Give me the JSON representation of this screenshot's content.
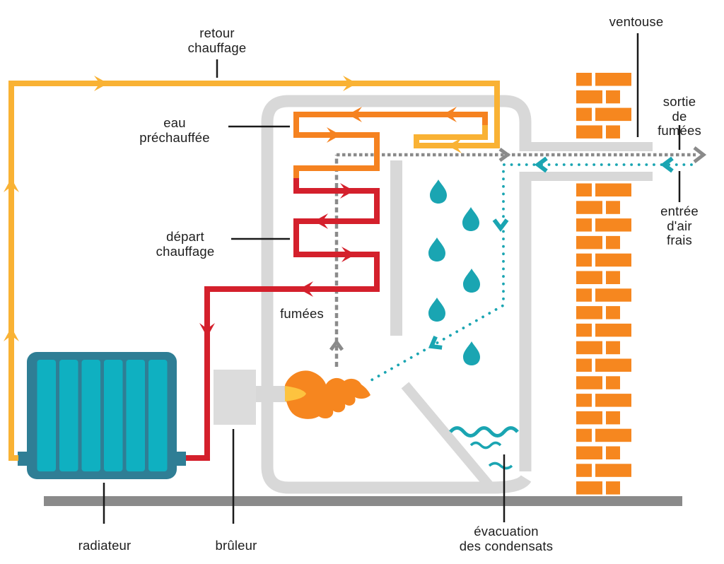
{
  "diagram": {
    "title_semantic": "condensing-boiler-schematic",
    "language": "fr",
    "labels": {
      "retour_chauffage": "retour\nchauffage",
      "eau_prechauffee": "eau\npréchauffée",
      "depart_chauffage": "départ\nchauffage",
      "fumees": "fumées",
      "radiateur": "radiateur",
      "bruleur": "brûleur",
      "evacuation_condensats": "évacuation\ndes condensats",
      "ventouse": "ventouse",
      "sortie_fumees": "sortie\nde fumées",
      "entree_air_frais": "entrée\nd'air frais"
    },
    "colors": {
      "return_water_yellow": "#F9B234",
      "preheated_orange": "#F58220",
      "hot_water_red": "#D4202C",
      "boiler_gray": "#D8D8D8",
      "burner_gray": "#DCDCDC",
      "floor_gray": "#8A8A8A",
      "smoke_dash_gray": "#8A8A8A",
      "brick_orange": "#F6871F",
      "water_teal": "#1AA5B2",
      "radiator_frame_teal": "#2F7E95",
      "radiator_fin_teal": "#0FB0C1",
      "flame_orange": "#F6861F",
      "flame_yellow": "#FDC33F",
      "label_text": "#1E1E1E"
    }
  }
}
